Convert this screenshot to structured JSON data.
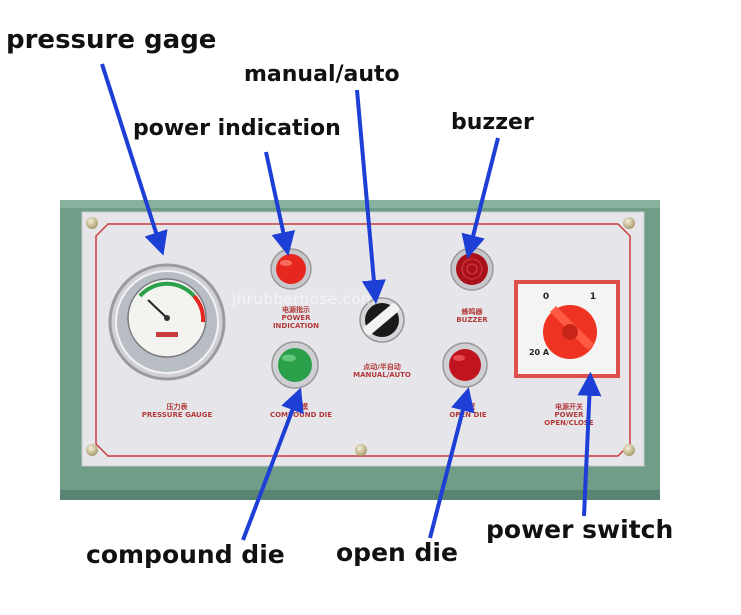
{
  "callouts": {
    "pressure_gage": "pressure gage",
    "power_indication": "power indication",
    "manual_auto": "manual/auto",
    "buzzer": "buzzer",
    "compound_die": "compound die",
    "open_die": "open die",
    "power_switch": "power switch"
  },
  "panel_labels": {
    "pressure_gauge_cn": "压力表",
    "pressure_gauge_en": "PRESSURE GAUGE",
    "power_indication_cn": "电源指示",
    "power_indication_en": "POWER INDICATION",
    "manual_auto_cn": "点动/半自动",
    "manual_auto_en": "MANUAL/AUTO",
    "buzzer_cn": "蜂鸣器",
    "buzzer_en": "BUZZER",
    "compound_die_cn": "合模",
    "compound_die_en": "COMPOUND DIE",
    "open_die_cn": "开模",
    "open_die_en": "OPEN DIE",
    "power_switch_cn": "电源开关",
    "power_switch_en": "POWER OPEN/CLOSE"
  },
  "switch_markings": {
    "position_off": "0",
    "position_on": "1",
    "rating": "20 A"
  },
  "watermark": "jhrubberhose.com",
  "colors": {
    "arrow_blue": "#1d3fd6",
    "panel_face": "#e6e6ea",
    "border_red": "#c83c3c",
    "housing_green": "#6f9d88",
    "lamp_red": "#e5271f",
    "lamp_green": "#2aa04a",
    "lamp_darkred": "#a8101a",
    "knob_red": "#ee3322"
  }
}
